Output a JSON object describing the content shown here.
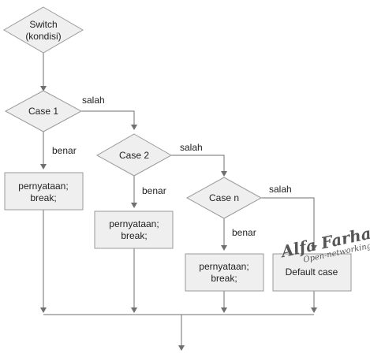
{
  "colors": {
    "node_fill": "#efefef",
    "node_stroke": "#9a9a9a",
    "line": "#6f6f6f",
    "text": "#222222",
    "watermark": "#555555"
  },
  "nodes": {
    "switch": {
      "line1": "Switch",
      "line2": "(kondisi)"
    },
    "case1": {
      "label": "Case 1"
    },
    "case2": {
      "label": "Case 2"
    },
    "casen": {
      "label": "Case n"
    },
    "stmt1": {
      "line1": "pernyataan;",
      "line2": "break;"
    },
    "stmt2": {
      "line1": "pernyataan;",
      "line2": "break;"
    },
    "stmt3": {
      "line1": "pernyataan;",
      "line2": "break;"
    },
    "default": {
      "label": "Default case"
    }
  },
  "edges": {
    "case1_false": "salah",
    "case1_true": "benar",
    "case2_false": "salah",
    "case2_true": "benar",
    "casen_false": "salah",
    "casen_true": "benar"
  },
  "watermark": {
    "name": "Alfa Farhan",
    "tagline": "Open-networking"
  }
}
